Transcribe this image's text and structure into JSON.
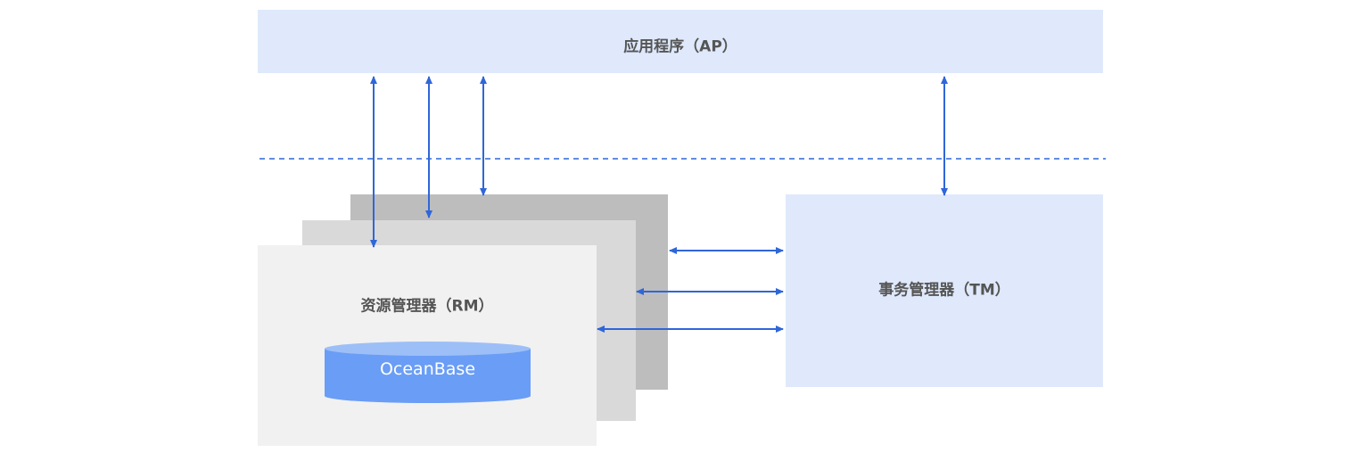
{
  "ap": {
    "label": "应用程序（AP）"
  },
  "rm": {
    "label": "资源管理器（RM）",
    "db_label": "OceanBase"
  },
  "tm": {
    "label": "事务管理器（TM）"
  },
  "colors": {
    "ap_fill": "#dfe9fb",
    "tm_fill": "#dfe9fb",
    "rm_front": "#f1f1f1",
    "rm_mid": "#d9d9d9",
    "rm_back": "#bdbdbd",
    "arrow": "#2f66d9",
    "cylinder_body": "#6a9df5",
    "cylinder_top": "#9dbff7",
    "label_text": "#555555"
  }
}
